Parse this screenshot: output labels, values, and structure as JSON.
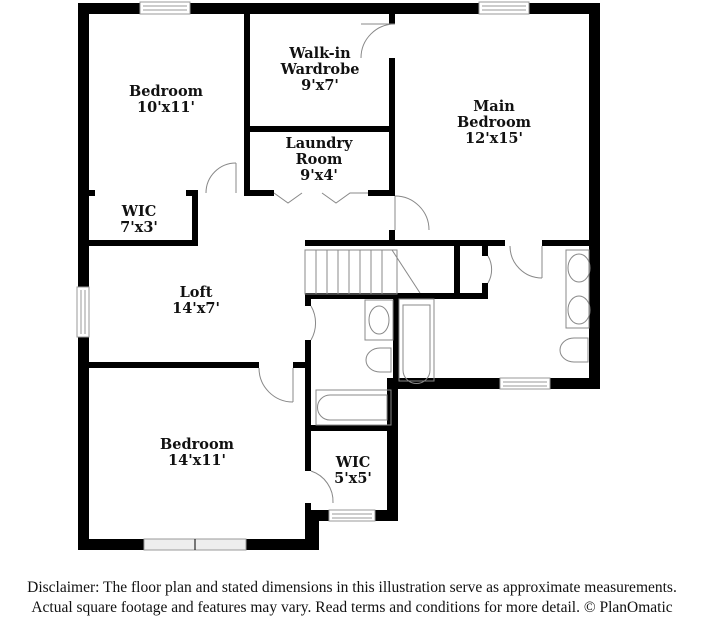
{
  "floor_plan": {
    "rooms": [
      {
        "id": "bedroom-2",
        "name": "Bedroom",
        "dims": "10'x11'"
      },
      {
        "id": "walk-in-wardrobe",
        "name_line1": "Walk-in",
        "name_line2": "Wardrobe",
        "dims": "9'x7'"
      },
      {
        "id": "main-bedroom",
        "name_line1": "Main",
        "name_line2": "Bedroom",
        "dims": "12'x15'"
      },
      {
        "id": "laundry-room",
        "name_line1": "Laundry",
        "name_line2": "Room",
        "dims": "9'x4'"
      },
      {
        "id": "wic-1",
        "name": "WIC",
        "dims": "7'x3'"
      },
      {
        "id": "loft",
        "name": "Loft",
        "dims": "14'x7'"
      },
      {
        "id": "bedroom-3",
        "name": "Bedroom",
        "dims": "14'x11'"
      },
      {
        "id": "wic-2",
        "name": "WIC",
        "dims": "5'x5'"
      }
    ],
    "colors": {
      "wall": "#000000",
      "fixture": "#888888",
      "background": "#ffffff"
    }
  },
  "disclaimer": {
    "line1": "Disclaimer: The floor plan and stated dimensions in this illustration serve as approximate measurements.",
    "line2": "Actual square footage and features may vary. Read terms and conditions for more detail. © PlanOmatic"
  }
}
